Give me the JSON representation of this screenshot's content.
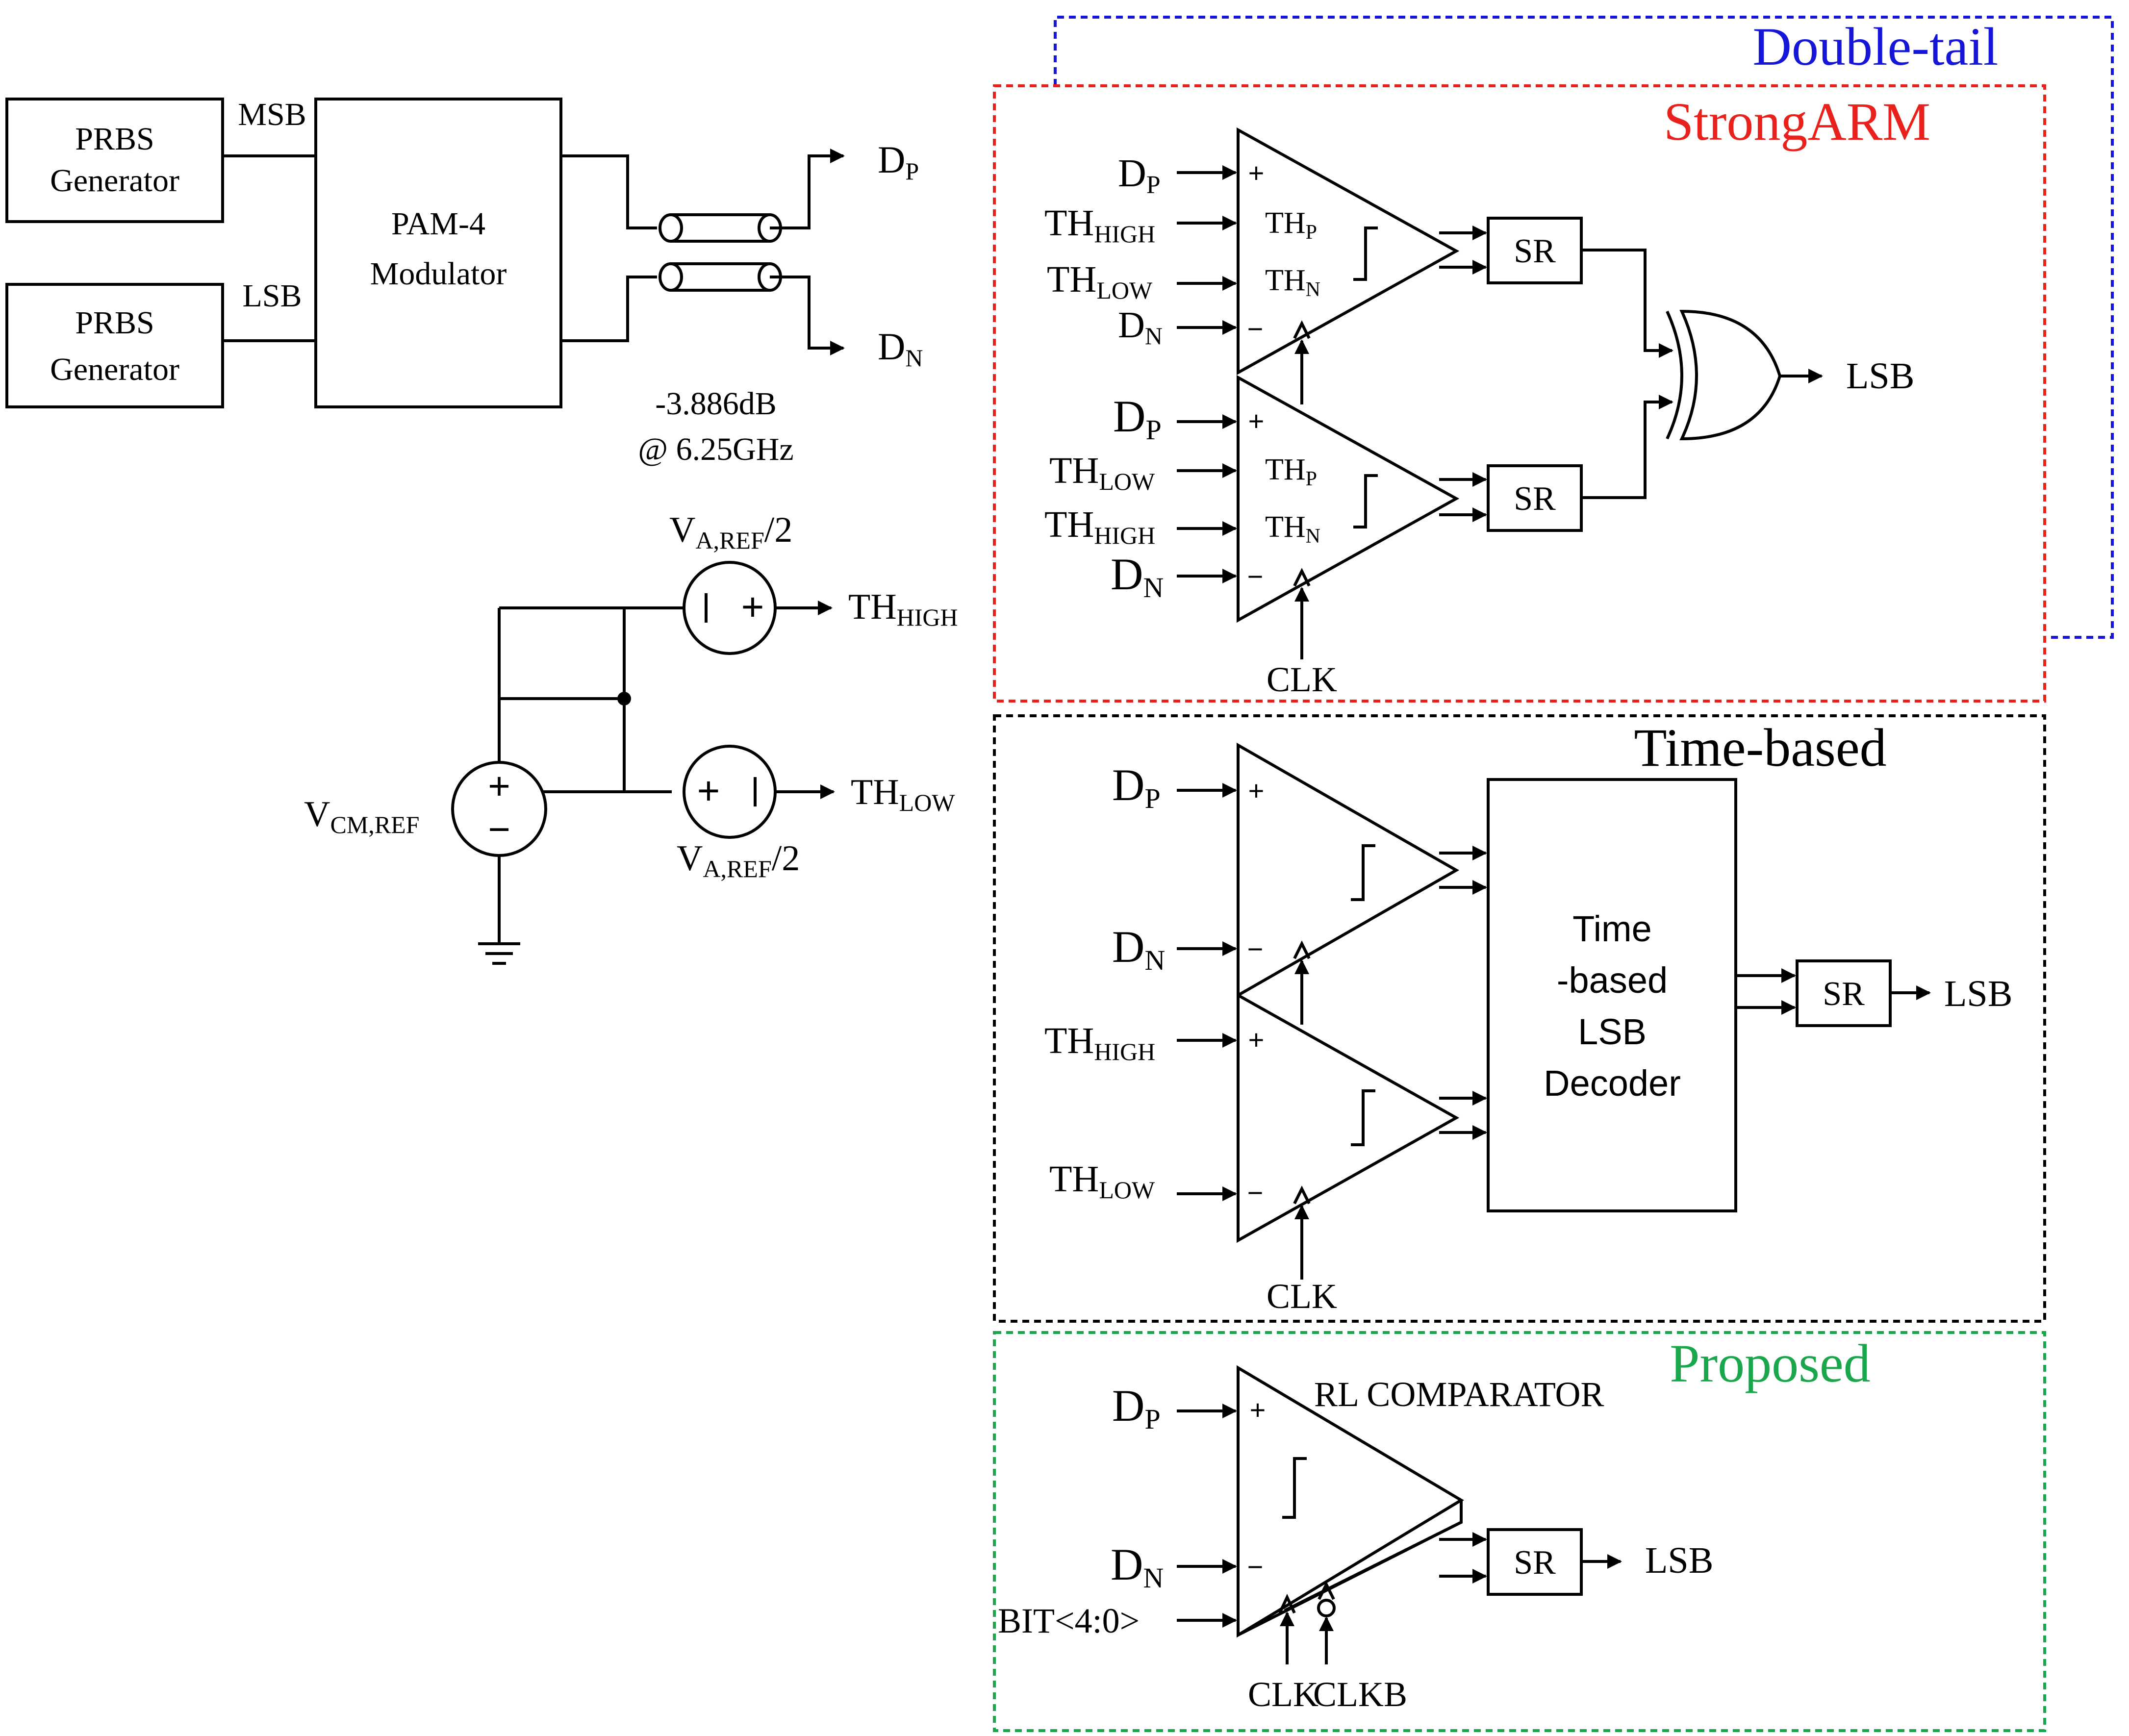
{
  "left_setup": {
    "prbs_top": {
      "line1": "PRBS",
      "line2": "Generator"
    },
    "prbs_bottom": {
      "line1": "PRBS",
      "line2": "Generator"
    },
    "msb": "MSB",
    "lsb": "LSB",
    "modulator": {
      "line1": "PAM-4",
      "line2": "Modulator"
    },
    "dp_main": "D",
    "dp_sub": "P",
    "dn_main": "D",
    "dn_sub": "N",
    "channel_loss": "-3.886dB",
    "channel_freq": "@ 6.25GHz",
    "vref_top_main": "V",
    "vref_top_sub": "A,REF",
    "vref_top_suffix": "/2",
    "vref_bot_main": "V",
    "vref_bot_sub": "A,REF",
    "vref_bot_suffix": "/2",
    "vcm_main": "V",
    "vcm_sub": "CM,REF",
    "th_high_main": "TH",
    "th_high_sub": "HIGH",
    "th_low_main": "TH",
    "th_low_sub": "LOW",
    "plus": "+",
    "minus": "−"
  },
  "strongarm": {
    "title": "StrongARM",
    "outer_title": "Double-tail",
    "title_color": "#e8211d",
    "outer_color": "#1616d9",
    "top": {
      "in1_main": "D",
      "in1_sub": "P",
      "in2_main": "TH",
      "in2_sub": "HIGH",
      "in3_main": "TH",
      "in3_sub": "LOW",
      "in4_main": "D",
      "in4_sub": "N",
      "thp_main": "TH",
      "thp_sub": "P",
      "thn_main": "TH",
      "thn_sub": "N",
      "sr": "SR"
    },
    "bottom": {
      "in1_main": "D",
      "in1_sub": "P",
      "in2_main": "TH",
      "in2_sub": "LOW",
      "in3_main": "TH",
      "in3_sub": "HIGH",
      "in4_main": "D",
      "in4_sub": "N",
      "thp_main": "TH",
      "thp_sub": "P",
      "thn_main": "TH",
      "thn_sub": "N",
      "sr": "SR"
    },
    "out": "LSB",
    "clk": "CLK",
    "plus": "+",
    "minus": "−"
  },
  "timebased": {
    "title": "Time-based",
    "top": {
      "in1_main": "D",
      "in1_sub": "P",
      "in2_main": "D",
      "in2_sub": "N"
    },
    "bottom": {
      "in1_main": "TH",
      "in1_sub": "HIGH",
      "in2_main": "TH",
      "in2_sub": "LOW"
    },
    "decoder": {
      "line1": "Time",
      "line2": "-based",
      "line3": "LSB",
      "line4": "Decoder"
    },
    "sr": "SR",
    "out": "LSB",
    "clk": "CLK",
    "plus": "+",
    "minus": "−"
  },
  "proposed": {
    "title": "Proposed",
    "title_color": "#1aa64a",
    "comparator": "RL COMPARATOR",
    "in1_main": "D",
    "in1_sub": "P",
    "in2_main": "D",
    "in2_sub": "N",
    "bit": "BIT<4:0>",
    "sr": "SR",
    "out": "LSB",
    "clk": "CLK",
    "clkb": "CLKB",
    "plus": "+",
    "minus": "−"
  }
}
